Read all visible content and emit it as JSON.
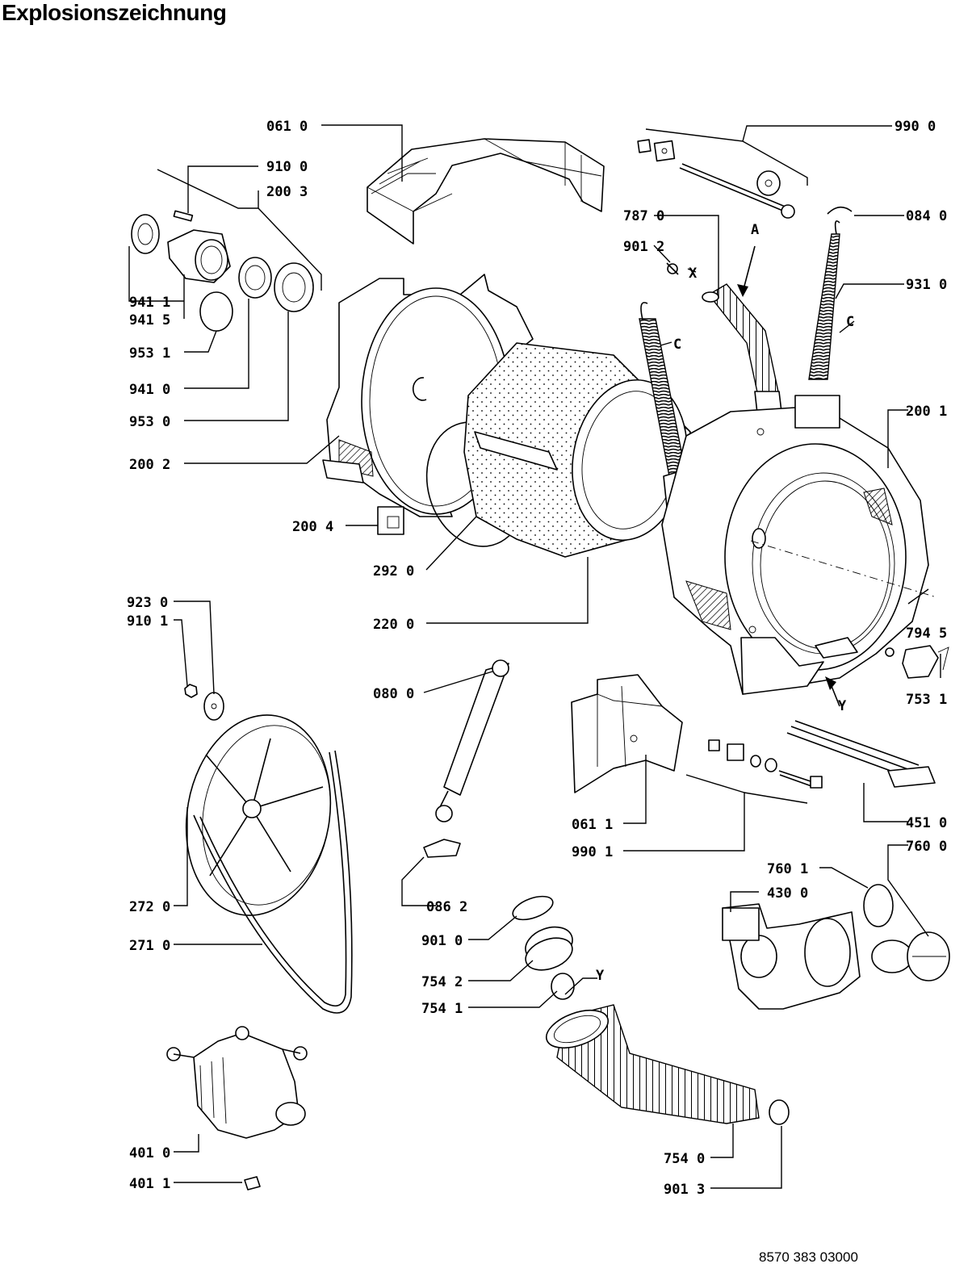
{
  "title": "Explosionszeichnung",
  "doc_number": "8570 383 03000",
  "labels": [
    {
      "id": "061-0",
      "text": "061 0"
    },
    {
      "id": "910-0",
      "text": "910 0"
    },
    {
      "id": "200-3",
      "text": "200 3"
    },
    {
      "id": "941-1",
      "text": "941 1"
    },
    {
      "id": "941-5",
      "text": "941 5"
    },
    {
      "id": "953-1",
      "text": "953 1"
    },
    {
      "id": "941-0",
      "text": "941 0"
    },
    {
      "id": "953-0",
      "text": "953 0"
    },
    {
      "id": "200-2",
      "text": "200 2"
    },
    {
      "id": "200-4",
      "text": "200 4"
    },
    {
      "id": "292-0",
      "text": "292 0"
    },
    {
      "id": "220-0",
      "text": "220 0"
    },
    {
      "id": "990-0",
      "text": "990 0"
    },
    {
      "id": "084-0",
      "text": "084 0"
    },
    {
      "id": "787-0",
      "text": "787 0"
    },
    {
      "id": "901-2",
      "text": "901 2"
    },
    {
      "id": "931-0",
      "text": "931 0"
    },
    {
      "id": "200-1",
      "text": "200 1"
    },
    {
      "id": "794-5",
      "text": "794 5"
    },
    {
      "id": "753-1",
      "text": "753 1"
    },
    {
      "id": "923-0",
      "text": "923 0"
    },
    {
      "id": "910-1",
      "text": "910 1"
    },
    {
      "id": "080-0",
      "text": "080 0"
    },
    {
      "id": "061-1",
      "text": "061 1"
    },
    {
      "id": "990-1",
      "text": "990 1"
    },
    {
      "id": "451-0",
      "text": "451 0"
    },
    {
      "id": "760-0",
      "text": "760 0"
    },
    {
      "id": "760-1",
      "text": "760 1"
    },
    {
      "id": "430-0",
      "text": "430 0"
    },
    {
      "id": "272-0",
      "text": "272 0"
    },
    {
      "id": "271-0",
      "text": "271 0"
    },
    {
      "id": "086-2",
      "text": "086 2"
    },
    {
      "id": "901-0",
      "text": "901 0"
    },
    {
      "id": "754-2",
      "text": "754 2"
    },
    {
      "id": "754-1",
      "text": "754 1"
    },
    {
      "id": "401-0",
      "text": "401 0"
    },
    {
      "id": "401-1",
      "text": "401 1"
    },
    {
      "id": "754-0",
      "text": "754 0"
    },
    {
      "id": "901-3",
      "text": "901 3"
    }
  ],
  "callouts": [
    {
      "id": "A",
      "text": "A"
    },
    {
      "id": "X",
      "text": "X"
    },
    {
      "id": "C1",
      "text": "C"
    },
    {
      "id": "C2",
      "text": "C"
    },
    {
      "id": "Y1",
      "text": "Y"
    },
    {
      "id": "Y2",
      "text": "Y"
    }
  ]
}
